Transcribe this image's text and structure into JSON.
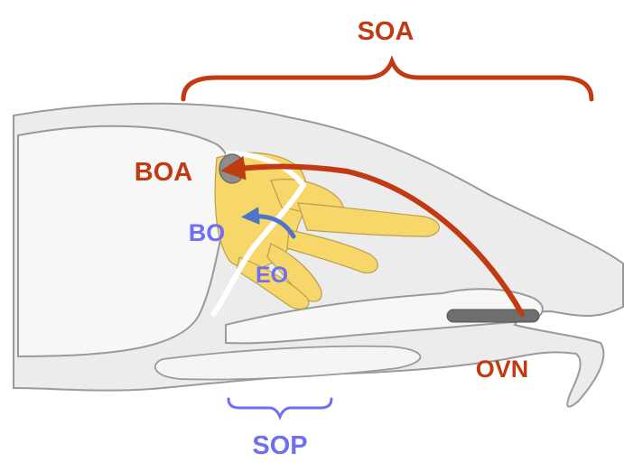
{
  "labels": {
    "soa": "SOA",
    "boa": "BOA",
    "bo": "BO",
    "eo": "EO",
    "ovn": "OVN",
    "sop": "SOP"
  },
  "colors": {
    "red": "#c23a12",
    "blue": "#6f6ff2",
    "arrow_blue": "#4f74c8",
    "yellow": "#f7d66a",
    "bone": "#e8e8e8",
    "outline": "#9a9a9a",
    "organ_dark": "#6e6e6e"
  }
}
